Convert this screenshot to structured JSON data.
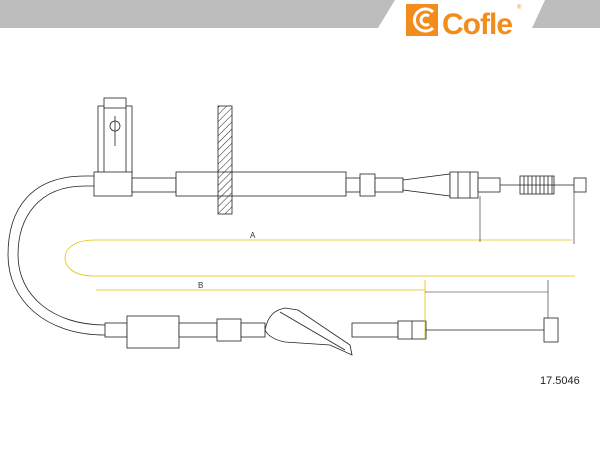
{
  "brand": {
    "name": "Cofle",
    "registered_mark": "®",
    "accent_color": "#f28c1c",
    "banner_color": "#bdbdbd"
  },
  "dimensions": {
    "a_label": "A",
    "b_label": "B",
    "line_color": "#e8c200"
  },
  "part_number": "17.5046"
}
